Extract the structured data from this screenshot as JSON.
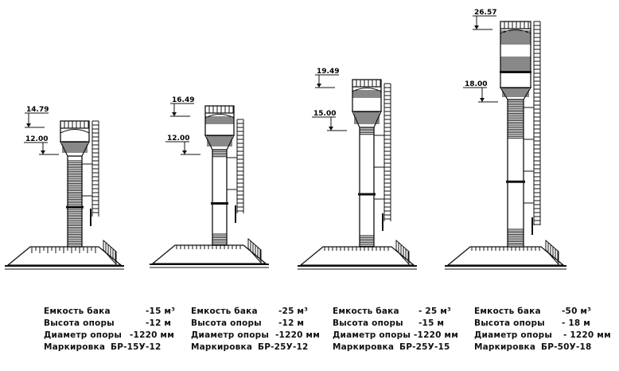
{
  "towers": [
    {
      "elevations": {
        "top": "14.79",
        "tank_bottom": "12.00"
      },
      "specs": {
        "capacity_label": "Емкость бака",
        "capacity_value": "-15 м³",
        "height_label": "Высота опоры",
        "height_value": "-12 м",
        "diameter_label": "Диаметр опоры",
        "diameter_value": "-1220 мм",
        "marking_label": "Маркировка",
        "marking_value": "БР-15У-12"
      }
    },
    {
      "elevations": {
        "top": "16.49",
        "tank_bottom": "12.00"
      },
      "specs": {
        "capacity_label": "Емкость бака",
        "capacity_value": "-25 м³",
        "height_label": "Высота опоры",
        "height_value": "-12 м",
        "diameter_label": "Диаметр опоры",
        "diameter_value": "-1220 мм",
        "marking_label": "Маркировка",
        "marking_value": "БР-25У-12"
      }
    },
    {
      "elevations": {
        "top": "19.49",
        "tank_bottom": "15.00"
      },
      "specs": {
        "capacity_label": "Емкость бака",
        "capacity_value": "- 25 м³",
        "height_label": "Высота опоры",
        "height_value": "-15 м",
        "diameter_label": "Диаметр опоры",
        "diameter_value": "-1220 мм",
        "marking_label": "Маркировка",
        "marking_value": "БР-25У-15"
      }
    },
    {
      "elevations": {
        "top": "26.57",
        "tank_bottom": "18.00"
      },
      "specs": {
        "capacity_label": "Емкость бака",
        "capacity_value": "-50 м³",
        "height_label": "Высота опоры",
        "height_value": "- 18 м",
        "diameter_label": "Диаметр опоры",
        "diameter_value": "- 1220 мм",
        "marking_label": "Маркировка",
        "marking_value": "БР-50У-18"
      }
    }
  ]
}
